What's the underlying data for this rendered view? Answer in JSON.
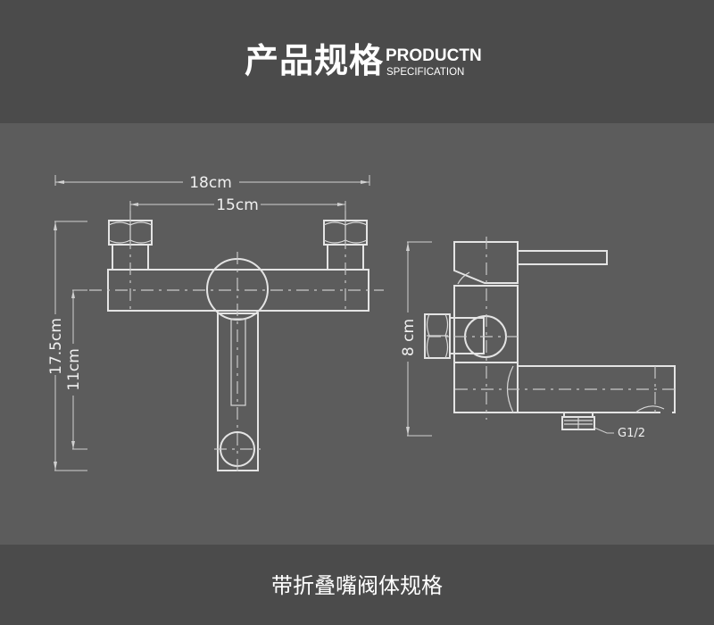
{
  "header": {
    "title_cn": "产品规格",
    "title_en_line1": "PRODUCTN",
    "title_en_line2": "SPECIFICATION"
  },
  "dimensions": {
    "front_width_total": "18cm",
    "front_width_inner": "15cm",
    "front_height_total": "17.5cm",
    "front_height_inner": "11cm",
    "side_height": "8 cm",
    "thread_label": "G1/2"
  },
  "footer": {
    "caption": "带折叠嘴阀体规格"
  },
  "colors": {
    "header_bg": "#4b4b4b",
    "body_bg": "#5c5c5c",
    "line": "#e4e4e4"
  }
}
